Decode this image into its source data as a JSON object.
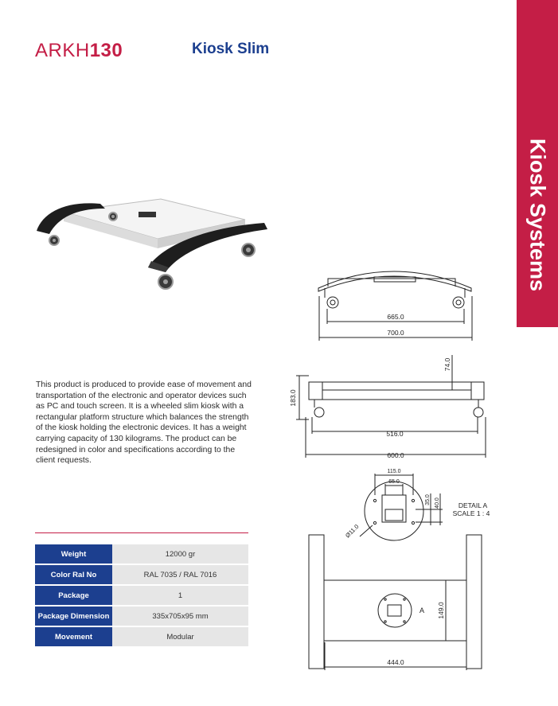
{
  "header": {
    "code_prefix": "ARKH",
    "code_number": "130",
    "title": "Kiosk Slim"
  },
  "side_tab": {
    "label": "Kiosk Systems"
  },
  "description": "This product is produced to provide ease of movement and transportation of the electronic and operator devices such as PC and touch screen. It is a wheeled slim kiosk with a rectangular platform structure which balances the strength of the kiosk holding the electronic devices. It has a weight carrying capacity of 130 kilograms. The product can be redesigned in color and specifications according to the client requests.",
  "specs": [
    {
      "label": "Weight",
      "value": "12000 gr"
    },
    {
      "label": "Color Ral No",
      "value": "RAL 7035 / RAL 7016"
    },
    {
      "label": "Package",
      "value": "1"
    },
    {
      "label": "Package Dimension",
      "value": "335x705x95 mm"
    },
    {
      "label": "Movement",
      "value": "Modular"
    }
  ],
  "drawing": {
    "front_inner_width": "665.0",
    "front_outer_width": "700.0",
    "side_height_top": "74.0",
    "side_total_height": "183.0",
    "side_inner_width": "516.0",
    "side_outer_width": "600.0",
    "detail_width_outer": "115.0",
    "detail_width_inner": "65.0",
    "detail_dim_a": "35.0",
    "detail_dim_b": "40.0",
    "detail_hole": "Ø11.0",
    "detail_title": "DETAIL A",
    "detail_scale": "SCALE 1 : 4",
    "detail_marker": "A",
    "top_height": "149.0",
    "top_width": "444.0"
  },
  "colors": {
    "brand_red": "#c41e46",
    "brand_blue": "#1c3f8f",
    "table_value_bg": "#e6e6e6"
  }
}
